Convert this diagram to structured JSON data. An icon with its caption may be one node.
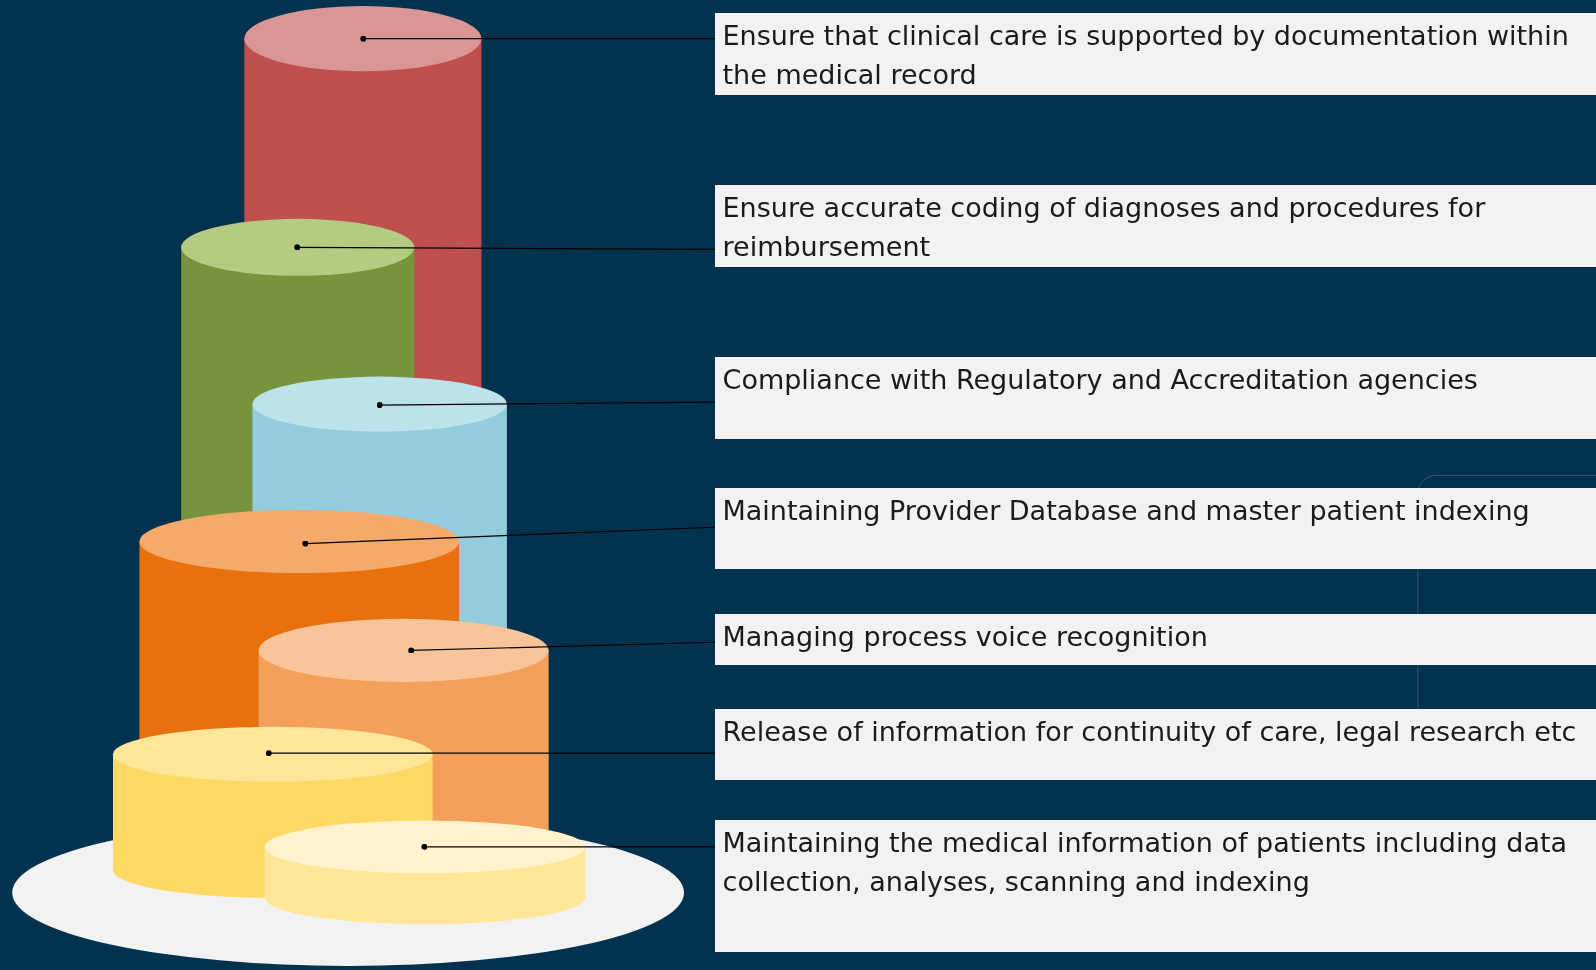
{
  "diagram": {
    "nodes": [
      {
        "text": [
          "Ensure that clinical care is supported by documentation within the medical record"
        ]
      },
      {
        "text": [
          "Ensure accurate coding of diagnoses and procedures for reimbursement"
        ]
      },
      {
        "text": [
          "Compliance with Regulatory and Accreditation agencies"
        ]
      },
      {
        "text": [
          "Maintaining Provider Database and master patient indexing"
        ]
      },
      {
        "text": [
          "Managing process voice recognition"
        ]
      },
      {
        "text": [
          "Release of information for continuity of care, legal research etc"
        ]
      },
      {
        "text": [
          "Maintaining the medical information of patients including data collection, analyses, scanning and indexing"
        ]
      },
      {
        "text": [],
        "shape": "cylinder"
      },
      {
        "text": [],
        "shape": "cylinder"
      },
      {
        "text": [],
        "shape": "cylinder"
      },
      {
        "text": [],
        "shape": "cylinder"
      },
      {
        "text": [],
        "shape": "cylinder"
      },
      {
        "text": [],
        "shape": "cylinder"
      },
      {
        "text": [],
        "shape": "cylinder"
      }
    ],
    "edges": [
      {
        "from": 0,
        "to": 7,
        "arrow": "other"
      },
      {
        "from": 1,
        "to": 8,
        "arrow": "other"
      },
      {
        "from": 2,
        "to": 9,
        "arrow": "other"
      },
      {
        "from": 3,
        "to": 10,
        "arrow": "other"
      },
      {
        "from": 4,
        "to": 11,
        "arrow": "other"
      },
      {
        "from": 5,
        "to": 12,
        "arrow": "other"
      },
      {
        "from": 6,
        "to": 13,
        "arrow": "other"
      }
    ]
  }
}
